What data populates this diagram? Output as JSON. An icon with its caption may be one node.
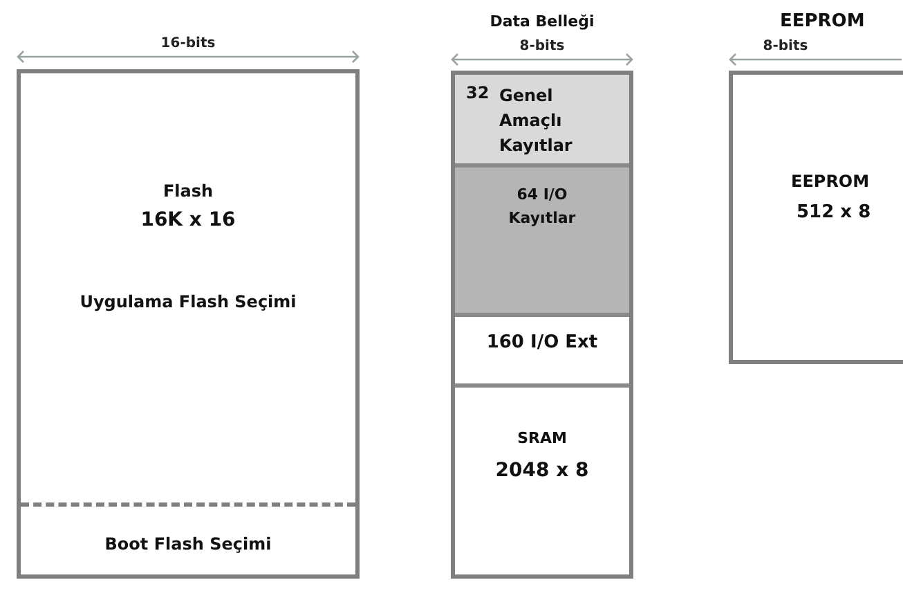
{
  "diagram": {
    "nodes": [
      {
        "text": [
          "Flash",
          "16K x 16",
          "Uygulama Flash Seçimi"
        ]
      },
      {
        "text": [
          "Boot Flash Seçimi"
        ],
        "in": 0
      },
      {
        "text": [
          "Data Belleği"
        ]
      },
      {
        "text": [
          "32",
          "Genel Amaçlı Kayıtlar"
        ],
        "in": 2
      },
      {
        "text": [
          "64 I/O Kayıtlar"
        ],
        "in": 2
      },
      {
        "text": [
          "160 I/O Ext"
        ],
        "in": 2
      },
      {
        "text": [
          "SRAM",
          "2048 x 8"
        ],
        "in": 2
      },
      {
        "text": [
          "EEPROM",
          "EEPROM",
          "512 x 8"
        ]
      }
    ],
    "labels": [
      "16-bits",
      "8-bits",
      "8-bits"
    ]
  }
}
